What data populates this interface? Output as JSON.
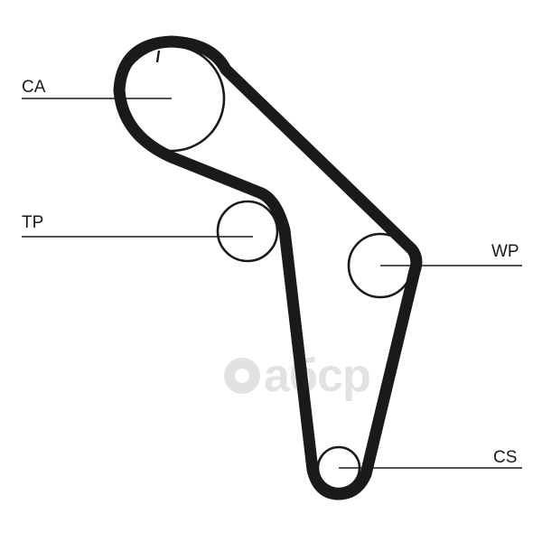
{
  "labels": {
    "ca": "CA",
    "tp": "TP",
    "wp": "WP",
    "cs": "CS"
  },
  "watermark": {
    "text": "aбcp"
  },
  "colors": {
    "belt": "#1a1a1a",
    "watermark": "#e2e2e2",
    "background": "#ffffff"
  }
}
